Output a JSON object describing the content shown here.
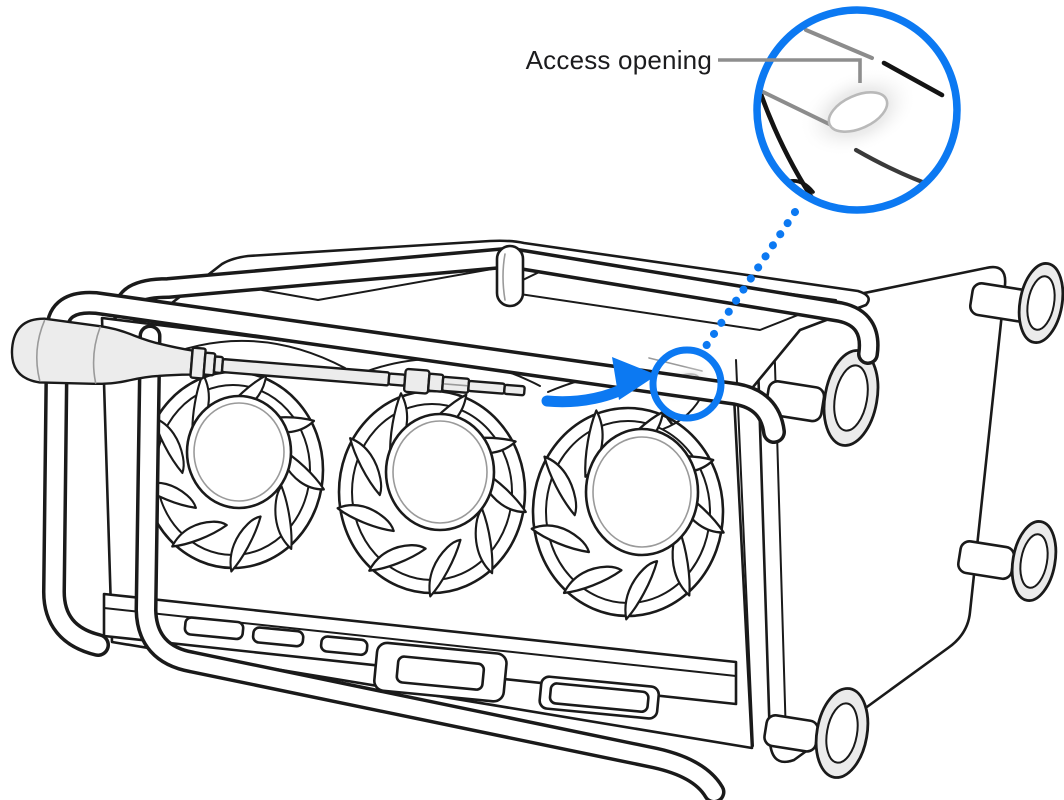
{
  "illustration": {
    "label": "Access opening",
    "subject": "mac-pro-on-its-side",
    "tool": "screwdriver",
    "fan_count": 3,
    "foot_count": 4,
    "colors": {
      "accent_blue": "#0C79F2",
      "callout_gray": "#8E8E8E",
      "label_black": "#1C1C1E",
      "outline_black": "#1A1A1A",
      "metal_gray": "#ECECEC",
      "opening_ring_gray": "#B9B9B9",
      "background": "#FFFFFF"
    }
  }
}
